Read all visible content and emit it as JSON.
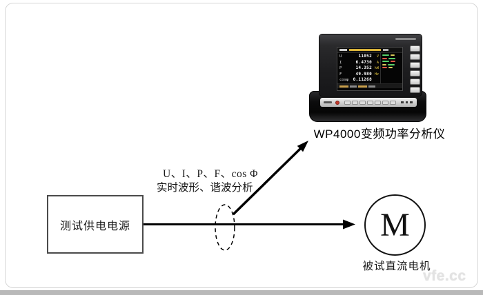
{
  "diagram": {
    "analyzer": {
      "label": "WP4000变频功率分析仪",
      "screen": {
        "rows": [
          {
            "label": "U",
            "value": "11052",
            "unit": "V"
          },
          {
            "label": "I",
            "value": "6.4730",
            "unit": "A"
          },
          {
            "label": "P",
            "value": "14.352",
            "unit": "kW"
          },
          {
            "label": "F",
            "value": "49.980",
            "unit": "Hz"
          },
          {
            "label": "cosφ",
            "value": "0.11268",
            "unit": ""
          }
        ]
      }
    },
    "annotation": {
      "line1": "U、I、P、F、cos Φ",
      "line2": "实时波形、谐波分析"
    },
    "power_supply": {
      "label": "测试供电电源"
    },
    "motor": {
      "symbol": "M",
      "label": "被试直流电机"
    },
    "watermark": "vfe.cc",
    "colors": {
      "card_border": "#d6d6d6",
      "bottom_strip": "#b9b9b9",
      "device_body": "#1d1d1f",
      "screen_bg": "#050505",
      "screen_value": "#ffffff",
      "screen_unit": "#e6c83e",
      "screen_green": "#57d06a",
      "screen_red": "#e05545",
      "arrow": "#000000",
      "watermark": "#e3e3e3"
    }
  }
}
